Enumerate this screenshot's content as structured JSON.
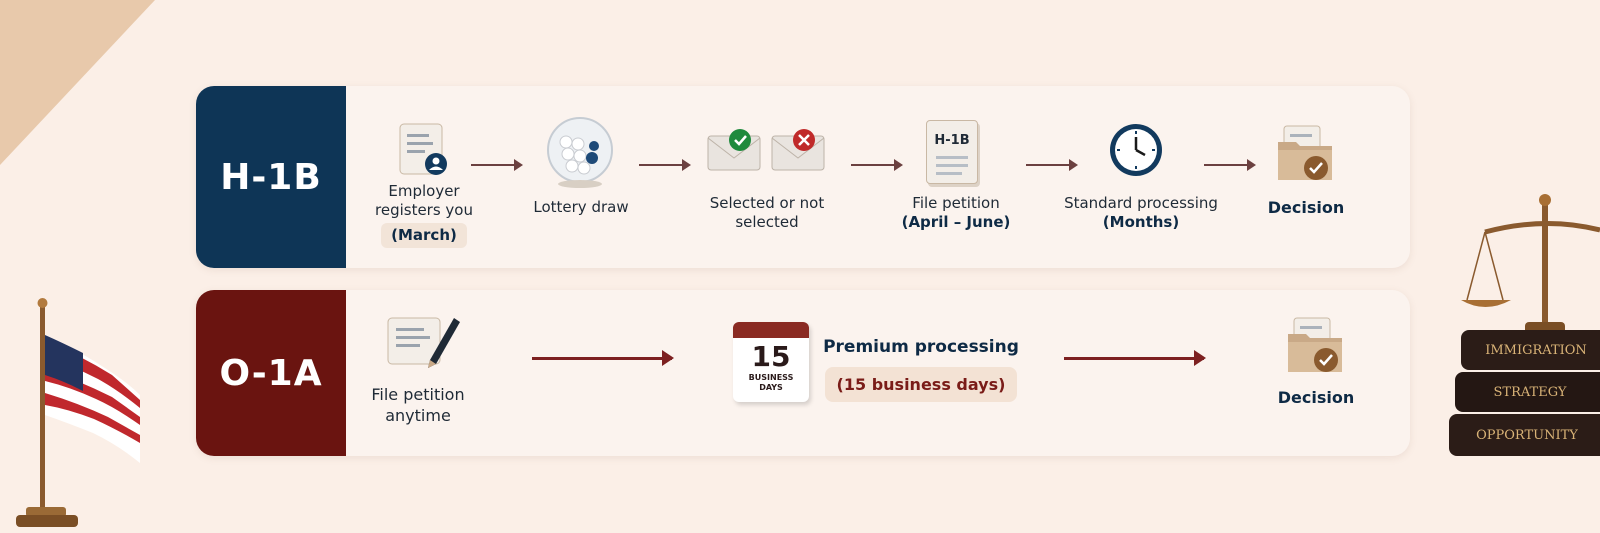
{
  "h1b": {
    "label": "H-1B",
    "steps": [
      {
        "text": "Employer registers you",
        "note": "(March)"
      },
      {
        "text": "Lottery draw"
      },
      {
        "text": "Selected or not selected"
      },
      {
        "text": "File petition",
        "note": "(April – June)"
      },
      {
        "text": "Standard processing",
        "note": "(Months)"
      },
      {
        "text": "Decision"
      }
    ],
    "petition_doc": "H-1B"
  },
  "o1a": {
    "label": "O-1A",
    "steps": [
      {
        "text": "File petition anytime"
      },
      {
        "text": "Premium processing",
        "note": "(15 business days)"
      },
      {
        "text": "Decision"
      }
    ],
    "calendar": {
      "number": "15",
      "caption": "BUSINESS DAYS"
    }
  },
  "books": [
    "IMMIGRATION",
    "STRATEGY",
    "OPPORTUNITY"
  ],
  "colors": {
    "h1b": "#0e3556",
    "o1a": "#6a1410",
    "background": "#fbefe7"
  }
}
